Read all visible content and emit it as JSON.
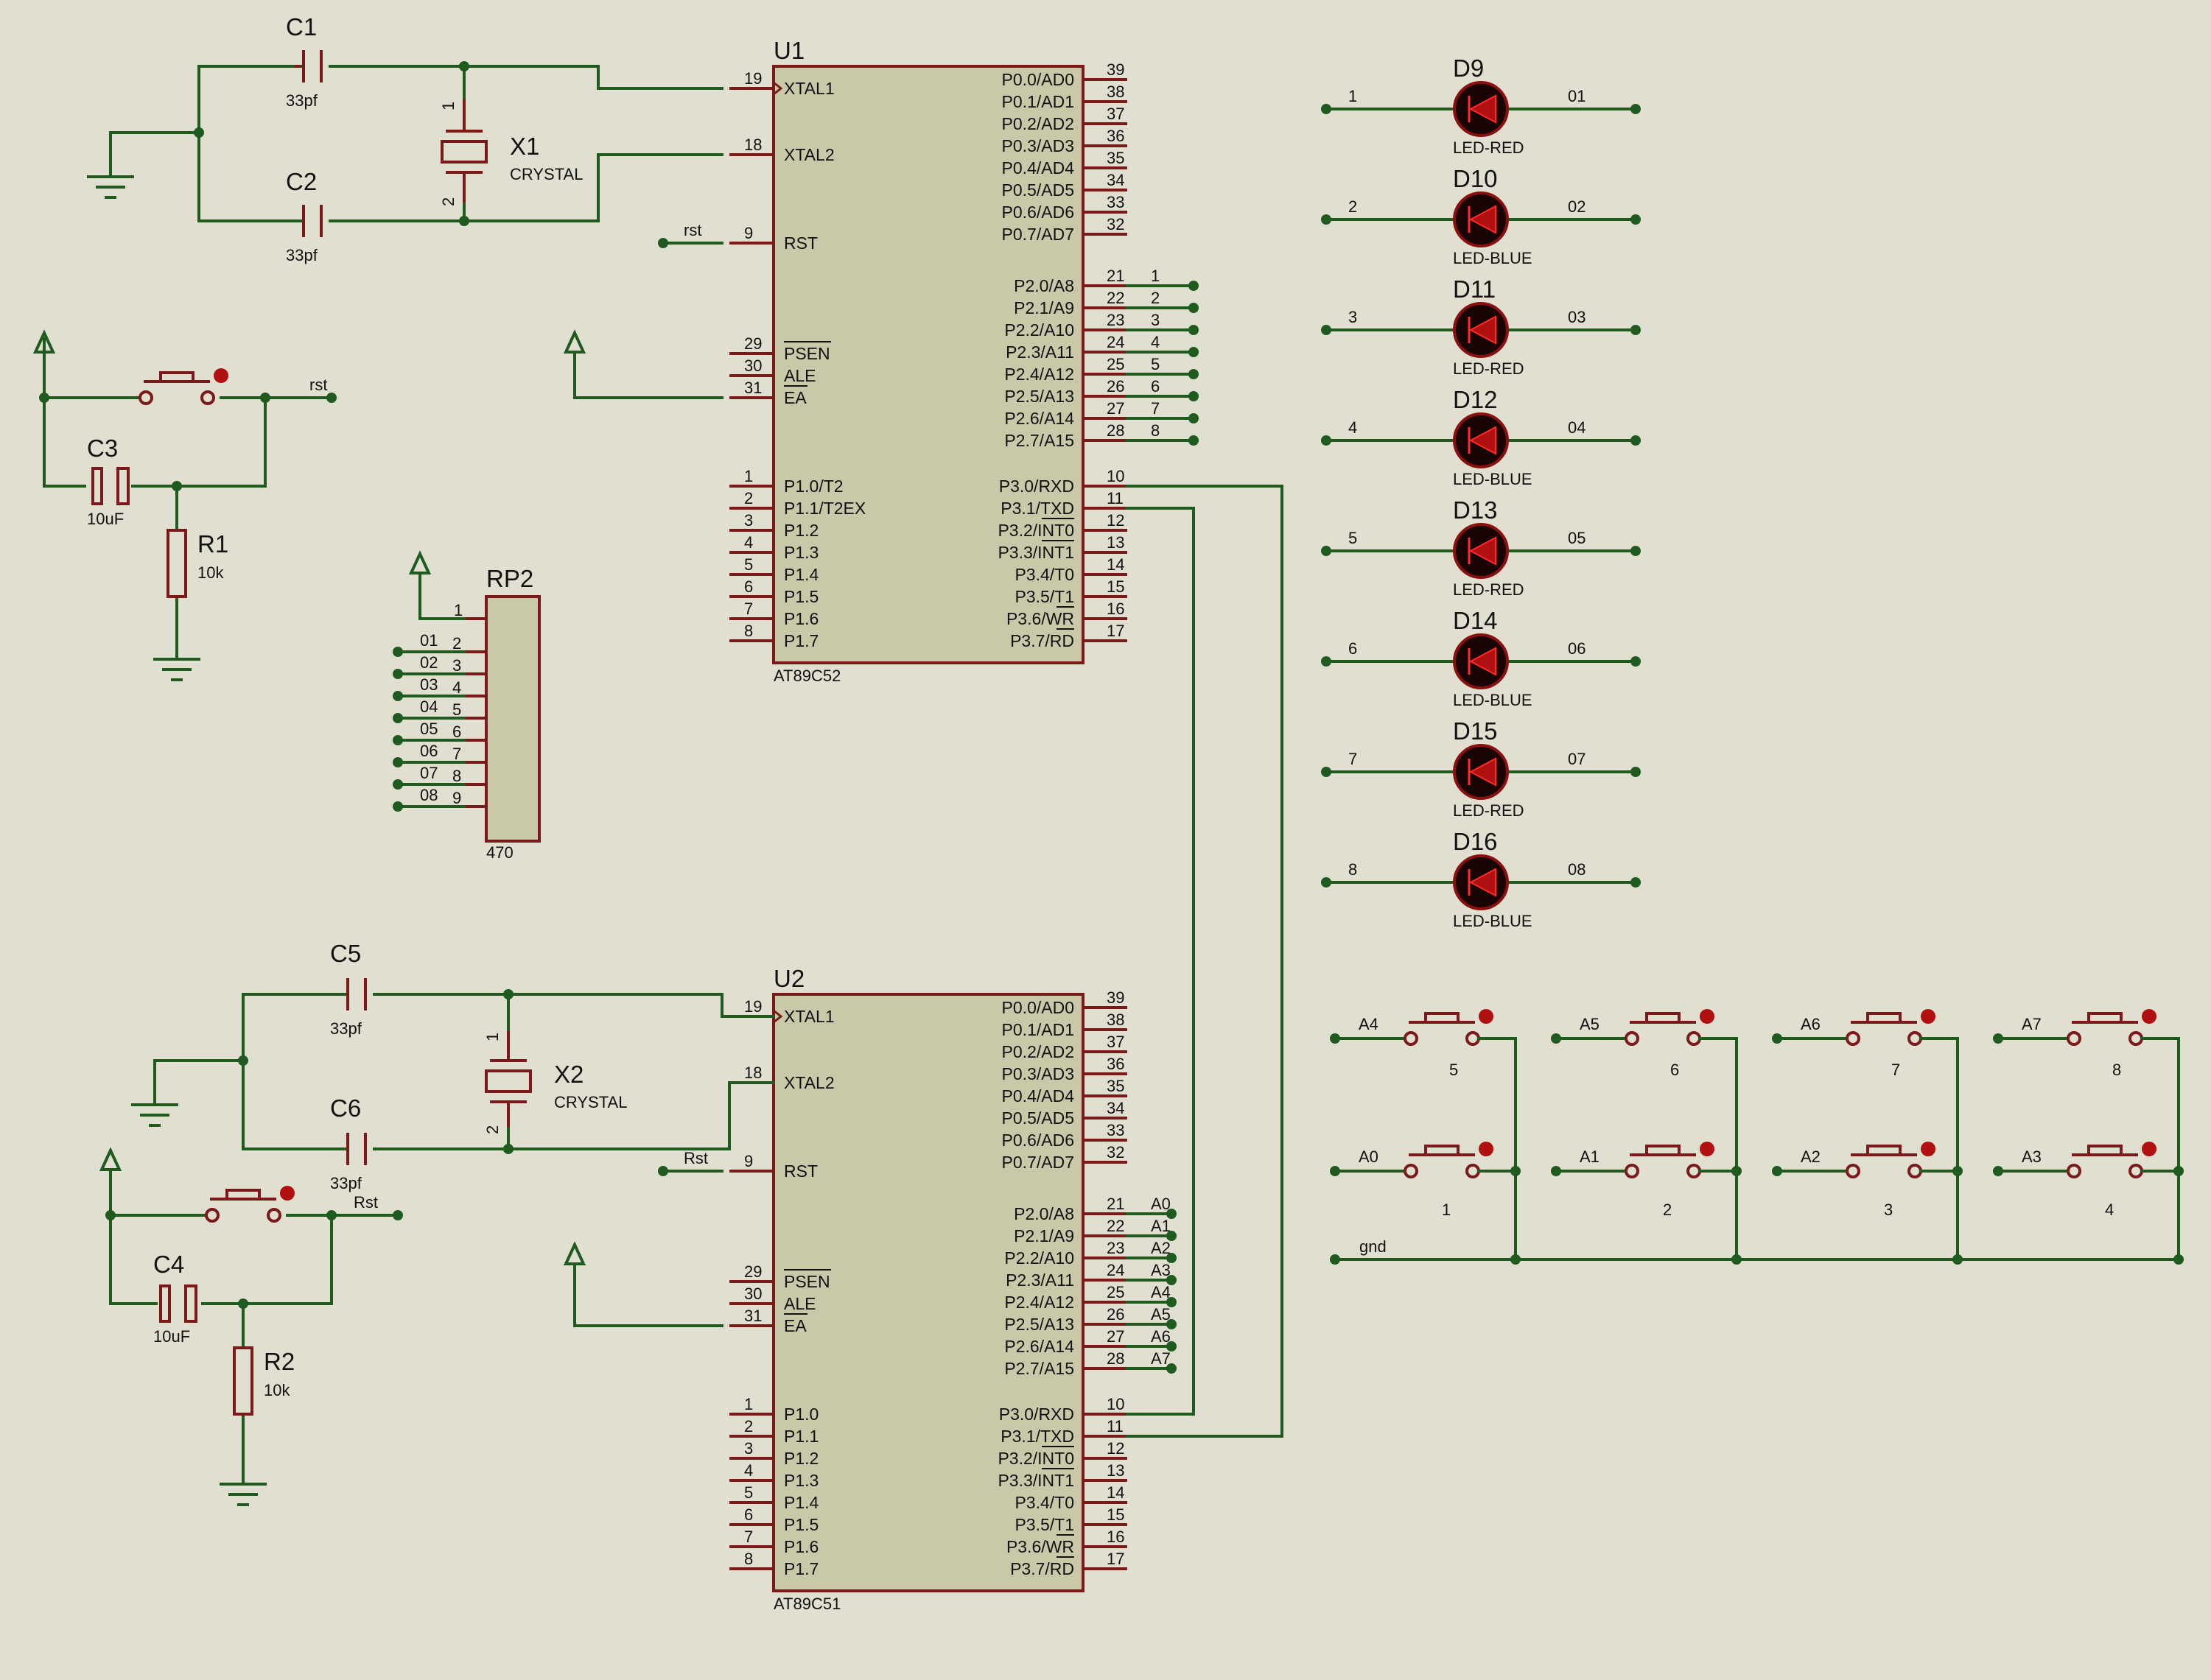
{
  "u1": {
    "ref": "U1",
    "part": "AT89C52",
    "left_pins": [
      {
        "num": "19",
        "name": "XTAL1"
      },
      {
        "num": "18",
        "name": "XTAL2"
      },
      {
        "num": "9",
        "name": "RST"
      },
      {
        "num": "29",
        "name": "PSEN"
      },
      {
        "num": "30",
        "name": "ALE"
      },
      {
        "num": "31",
        "name": "EA"
      },
      {
        "num": "1",
        "name": "P1.0/T2"
      },
      {
        "num": "2",
        "name": "P1.1/T2EX"
      },
      {
        "num": "3",
        "name": "P1.2"
      },
      {
        "num": "4",
        "name": "P1.3"
      },
      {
        "num": "5",
        "name": "P1.4"
      },
      {
        "num": "6",
        "name": "P1.5"
      },
      {
        "num": "7",
        "name": "P1.6"
      },
      {
        "num": "8",
        "name": "P1.7"
      }
    ],
    "right_pins": [
      {
        "num": "39",
        "name": "P0.0/AD0"
      },
      {
        "num": "38",
        "name": "P0.1/AD1"
      },
      {
        "num": "37",
        "name": "P0.2/AD2"
      },
      {
        "num": "36",
        "name": "P0.3/AD3"
      },
      {
        "num": "35",
        "name": "P0.4/AD4"
      },
      {
        "num": "34",
        "name": "P0.5/AD5"
      },
      {
        "num": "33",
        "name": "P0.6/AD6"
      },
      {
        "num": "32",
        "name": "P0.7/AD7"
      },
      {
        "num": "21",
        "name": "P2.0/A8"
      },
      {
        "num": "22",
        "name": "P2.1/A9"
      },
      {
        "num": "23",
        "name": "P2.2/A10"
      },
      {
        "num": "24",
        "name": "P2.3/A11"
      },
      {
        "num": "25",
        "name": "P2.4/A12"
      },
      {
        "num": "26",
        "name": "P2.5/A13"
      },
      {
        "num": "27",
        "name": "P2.6/A14"
      },
      {
        "num": "28",
        "name": "P2.7/A15"
      },
      {
        "num": "10",
        "name": "P3.0/RXD"
      },
      {
        "num": "11",
        "name": "P3.1/TXD"
      },
      {
        "num": "12",
        "name": "P3.2/INT0"
      },
      {
        "num": "13",
        "name": "P3.3/INT1"
      },
      {
        "num": "14",
        "name": "P3.4/T0"
      },
      {
        "num": "15",
        "name": "P3.5/T1"
      },
      {
        "num": "16",
        "name": "P3.6/WR"
      },
      {
        "num": "17",
        "name": "P3.7/RD"
      }
    ],
    "p2_net_labels": [
      "1",
      "2",
      "3",
      "4",
      "5",
      "6",
      "7",
      "8"
    ],
    "rst_label": "rst"
  },
  "u2": {
    "ref": "U2",
    "part": "AT89C51",
    "left_pins": [
      {
        "num": "19",
        "name": "XTAL1"
      },
      {
        "num": "18",
        "name": "XTAL2"
      },
      {
        "num": "9",
        "name": "RST"
      },
      {
        "num": "29",
        "name": "PSEN"
      },
      {
        "num": "30",
        "name": "ALE"
      },
      {
        "num": "31",
        "name": "EA"
      },
      {
        "num": "1",
        "name": "P1.0"
      },
      {
        "num": "2",
        "name": "P1.1"
      },
      {
        "num": "3",
        "name": "P1.2"
      },
      {
        "num": "4",
        "name": "P1.3"
      },
      {
        "num": "5",
        "name": "P1.4"
      },
      {
        "num": "6",
        "name": "P1.5"
      },
      {
        "num": "7",
        "name": "P1.6"
      },
      {
        "num": "8",
        "name": "P1.7"
      }
    ],
    "right_pins": [
      {
        "num": "39",
        "name": "P0.0/AD0"
      },
      {
        "num": "38",
        "name": "P0.1/AD1"
      },
      {
        "num": "37",
        "name": "P0.2/AD2"
      },
      {
        "num": "36",
        "name": "P0.3/AD3"
      },
      {
        "num": "35",
        "name": "P0.4/AD4"
      },
      {
        "num": "34",
        "name": "P0.5/AD5"
      },
      {
        "num": "33",
        "name": "P0.6/AD6"
      },
      {
        "num": "32",
        "name": "P0.7/AD7"
      },
      {
        "num": "21",
        "name": "P2.0/A8"
      },
      {
        "num": "22",
        "name": "P2.1/A9"
      },
      {
        "num": "23",
        "name": "P2.2/A10"
      },
      {
        "num": "24",
        "name": "P2.3/A11"
      },
      {
        "num": "25",
        "name": "P2.4/A12"
      },
      {
        "num": "26",
        "name": "P2.5/A13"
      },
      {
        "num": "27",
        "name": "P2.6/A14"
      },
      {
        "num": "28",
        "name": "P2.7/A15"
      },
      {
        "num": "10",
        "name": "P3.0/RXD"
      },
      {
        "num": "11",
        "name": "P3.1/TXD"
      },
      {
        "num": "12",
        "name": "P3.2/INT0"
      },
      {
        "num": "13",
        "name": "P3.3/INT1"
      },
      {
        "num": "14",
        "name": "P3.4/T0"
      },
      {
        "num": "15",
        "name": "P3.5/T1"
      },
      {
        "num": "16",
        "name": "P3.6/WR"
      },
      {
        "num": "17",
        "name": "P3.7/RD"
      }
    ],
    "p2_net_labels": [
      "A0",
      "A1",
      "A2",
      "A3",
      "A4",
      "A5",
      "A6",
      "A7"
    ],
    "rst_label": "Rst"
  },
  "top_osc": {
    "c1": {
      "ref": "C1",
      "value": "33pf"
    },
    "c2": {
      "ref": "C2",
      "value": "33pf"
    },
    "x1": {
      "ref": "X1",
      "value": "CRYSTAL",
      "pin1": "1",
      "pin2": "2"
    }
  },
  "bottom_osc": {
    "c5": {
      "ref": "C5",
      "value": "33pf"
    },
    "c6": {
      "ref": "C6",
      "value": "33pf"
    },
    "x2": {
      "ref": "X2",
      "value": "CRYSTAL",
      "pin1": "1",
      "pin2": "2"
    }
  },
  "reset1": {
    "c3": {
      "ref": "C3",
      "value": "10uF"
    },
    "r1": {
      "ref": "R1",
      "value": "10k"
    },
    "net": "rst"
  },
  "reset2": {
    "c4": {
      "ref": "C4",
      "value": "10uF"
    },
    "r2": {
      "ref": "R2",
      "value": "10k"
    },
    "net": "Rst"
  },
  "rp2": {
    "ref": "RP2",
    "value": "470",
    "pin1": "1",
    "pins": [
      {
        "num": "2",
        "net": "01"
      },
      {
        "num": "3",
        "net": "02"
      },
      {
        "num": "4",
        "net": "03"
      },
      {
        "num": "5",
        "net": "04"
      },
      {
        "num": "6",
        "net": "05"
      },
      {
        "num": "7",
        "net": "06"
      },
      {
        "num": "8",
        "net": "07"
      },
      {
        "num": "9",
        "net": "08"
      }
    ]
  },
  "leds": [
    {
      "ref": "D9",
      "type": "LED-RED",
      "in": "1",
      "out": "01"
    },
    {
      "ref": "D10",
      "type": "LED-BLUE",
      "in": "2",
      "out": "02"
    },
    {
      "ref": "D11",
      "type": "LED-RED",
      "in": "3",
      "out": "03"
    },
    {
      "ref": "D12",
      "type": "LED-BLUE",
      "in": "4",
      "out": "04"
    },
    {
      "ref": "D13",
      "type": "LED-RED",
      "in": "5",
      "out": "05"
    },
    {
      "ref": "D14",
      "type": "LED-BLUE",
      "in": "6",
      "out": "06"
    },
    {
      "ref": "D15",
      "type": "LED-RED",
      "in": "7",
      "out": "07"
    },
    {
      "ref": "D16",
      "type": "LED-BLUE",
      "in": "8",
      "out": "08"
    }
  ],
  "keypad": {
    "top_row": [
      {
        "net": "A4",
        "label": "5"
      },
      {
        "net": "A5",
        "label": "6"
      },
      {
        "net": "A6",
        "label": "7"
      },
      {
        "net": "A7",
        "label": "8"
      }
    ],
    "bottom_row": [
      {
        "net": "A0",
        "label": "1"
      },
      {
        "net": "A1",
        "label": "2"
      },
      {
        "net": "A2",
        "label": "3"
      },
      {
        "net": "A3",
        "label": "4"
      }
    ],
    "gnd_label": "gnd"
  },
  "colors": {
    "wire": "#1f5a1f",
    "component": "#7a1a1a",
    "chip_fill": "#c9c8a8",
    "background": "#e0dfd0",
    "led_body": "#1a0505"
  }
}
